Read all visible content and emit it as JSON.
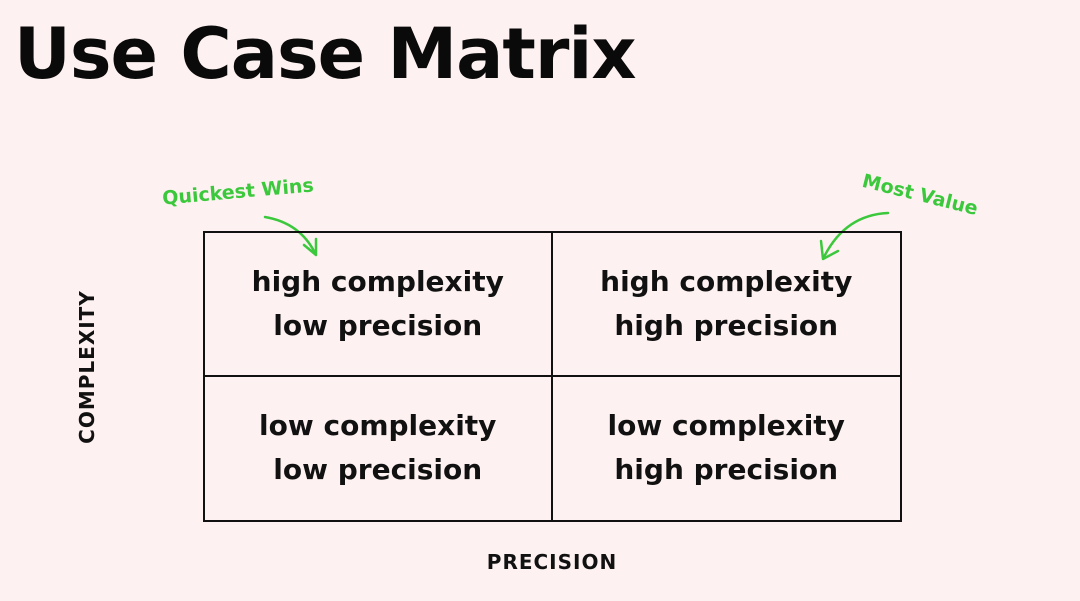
{
  "title": "Use Case Matrix",
  "colors": {
    "background": "#fdf2f1",
    "text": "#111111",
    "accent": "#3cc83c"
  },
  "axes": {
    "y_label": "COMPLEXITY",
    "x_label": "PRECISION"
  },
  "annotations": {
    "left": "Quickest Wins",
    "right": "Most Value"
  },
  "quadrants": {
    "top_left": {
      "line1": "high complexity",
      "line2": "low precision"
    },
    "top_right": {
      "line1": "high complexity",
      "line2": "high precision"
    },
    "bottom_left": {
      "line1": "low complexity",
      "line2": "low precision"
    },
    "bottom_right": {
      "line1": "low complexity",
      "line2": "high precision"
    }
  }
}
